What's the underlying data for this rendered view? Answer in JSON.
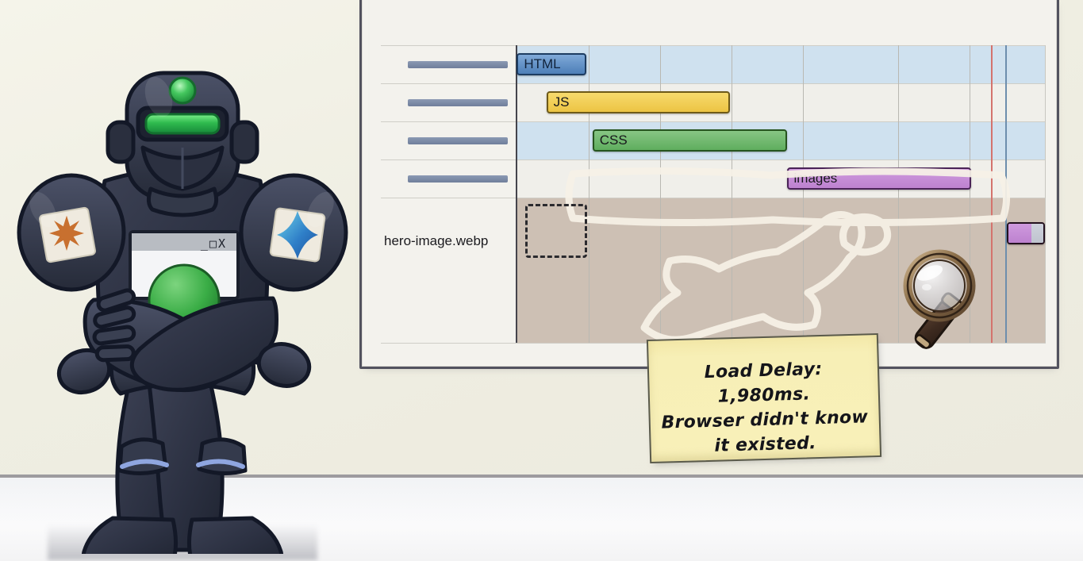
{
  "scene": {
    "title": "Browser performance waterfall on whiteboard with robot mascot",
    "wall_color": "#f1f0e4",
    "floor_color": "#ffffff"
  },
  "robot": {
    "name": "dark-armored-robot-mascot",
    "body_color": "#2b2f3e",
    "accent_color": "#7f9ede",
    "visor_color": "#2fbb4e",
    "head_lamp_color": "#3ec15c",
    "chest_window": {
      "name": "chest-browser-window",
      "controls": "_ □ X",
      "titlebar_color": "#b8bcc2",
      "page_color": "#f4f5f7",
      "blob_color": "#3aad46"
    },
    "left_badge": {
      "name": "starburst-badge",
      "color": "#c8702f"
    },
    "right_badge": {
      "name": "sparkle-badge",
      "color": "#2f7fc8"
    }
  },
  "whiteboard": {
    "name": "performance-waterfall-board",
    "frame_color": "#53535f",
    "surface_color": "#f3f2ed"
  },
  "chart_data": {
    "type": "bar",
    "title": "",
    "xlabel": "",
    "ylabel": "",
    "grid": true,
    "orientation": "horizontal",
    "note": "Network request waterfall: start/end positions are percentages of the total timeline width",
    "xlim": [
      0,
      100
    ],
    "gridlines": [
      13.5,
      27,
      40.5,
      54,
      72,
      85.5
    ],
    "markers": [
      {
        "name": "dcl-marker",
        "label": "",
        "color": "#d4736d",
        "position": 89.5
      },
      {
        "name": "load-marker",
        "label": "",
        "color": "#6d8ead",
        "position": 92.2
      }
    ],
    "rows": [
      {
        "label": "",
        "label_placeholder": true,
        "bar_label": "HTML",
        "color": "#4d7fb8",
        "border": "#1d3c61",
        "start": 0.2,
        "end": 13.3,
        "stripe": "blue"
      },
      {
        "label": "",
        "label_placeholder": true,
        "bar_label": "JS",
        "color": "#ecc443",
        "border": "#6e5a18",
        "start": 5.8,
        "end": 40.5,
        "stripe": "grey"
      },
      {
        "label": "",
        "label_placeholder": true,
        "bar_label": "CSS",
        "color": "#5fae5e",
        "border": "#26541f",
        "start": 14.5,
        "end": 51.3,
        "stripe": "blue"
      },
      {
        "label": "",
        "label_placeholder": true,
        "bar_label": "images",
        "color": "#bd82cf",
        "border": "#4a2357",
        "start": 51.2,
        "end": 86.0,
        "stripe": "grey"
      },
      {
        "label": "hero-image.webp",
        "label_placeholder": false,
        "bar_label": "",
        "color": "#bd82cf",
        "border": "#24121f",
        "start": 92.8,
        "end": 100.0,
        "stripe": "tan"
      }
    ],
    "placeholder_box": {
      "name": "missing-image-placeholder",
      "start": 1.5,
      "width": 10.5
    },
    "chalk_outline": {
      "name": "chalk-body-outline",
      "color": "#f6f1e6"
    }
  },
  "sticky_note": {
    "name": "load-delay-note",
    "line1": "Load Delay: 1,980ms.",
    "line2": "Browser didn't know",
    "line3": "it existed.",
    "paper_color": "#f8f0b9",
    "delay_ms": 1980
  },
  "magnifier": {
    "name": "magnifying-glass",
    "rim_color": "#7d6141",
    "handle_color": "#4a3426",
    "lens_color": "#dcdde1"
  }
}
